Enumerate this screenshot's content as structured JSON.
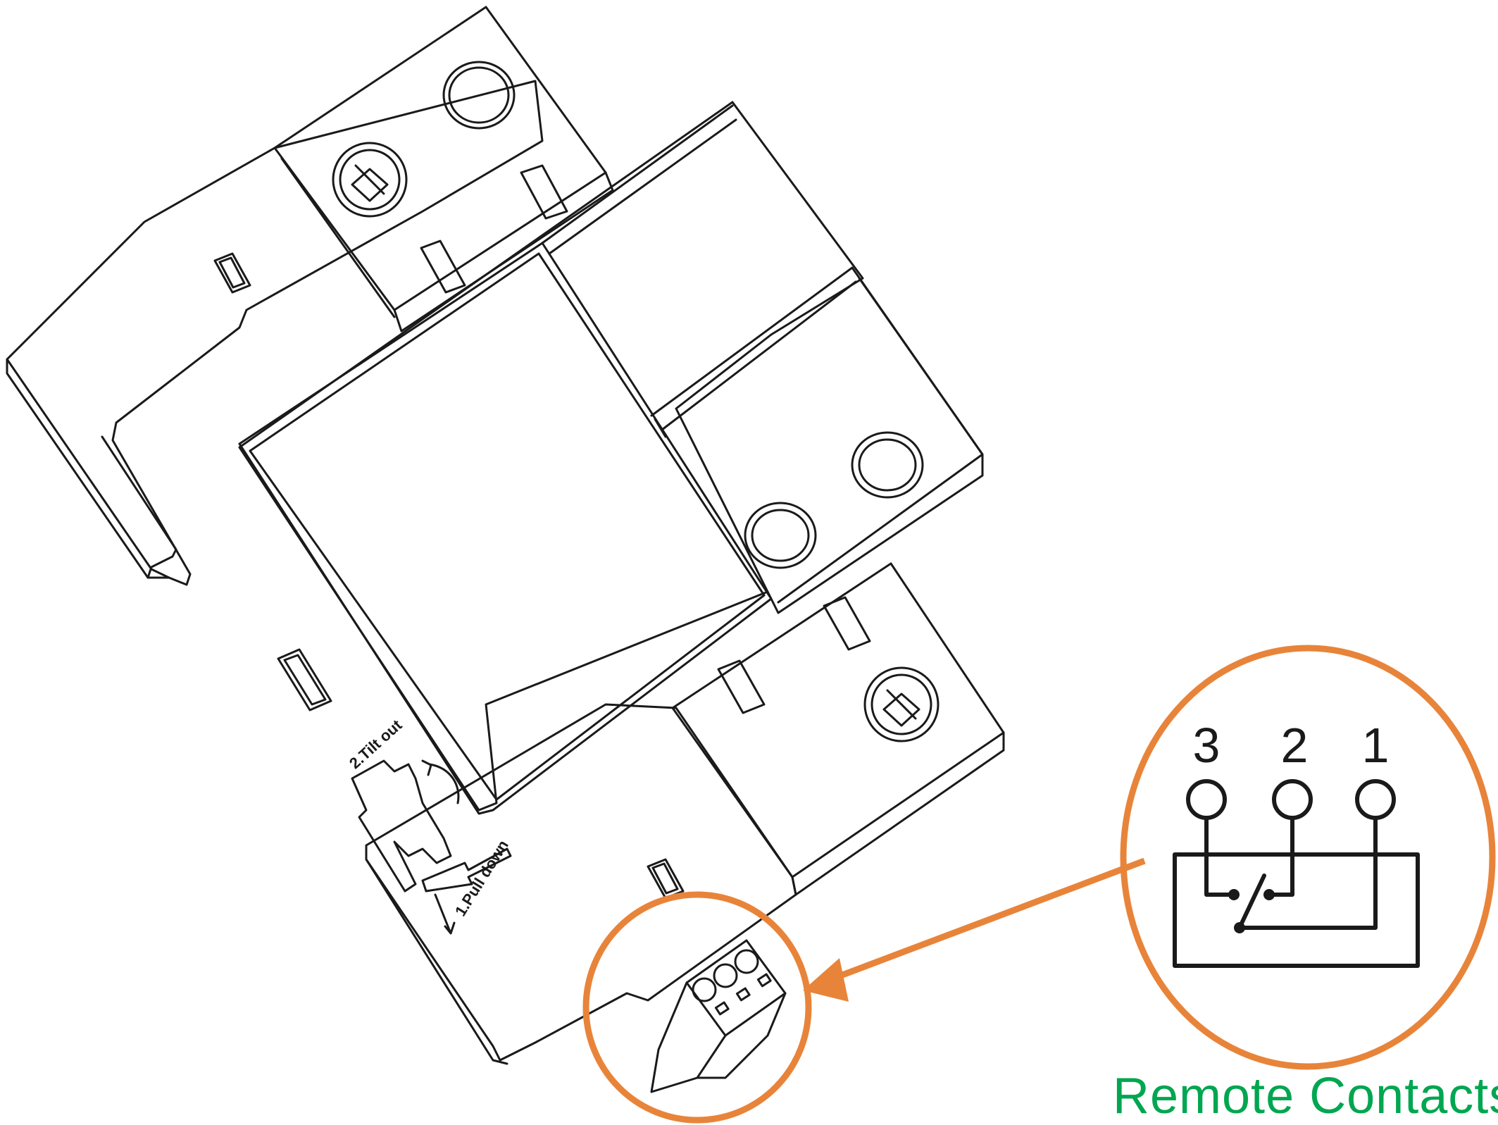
{
  "device": {
    "labels": {
      "tilt_out": "2.Tilt out",
      "pull_down": "1.Pull down"
    }
  },
  "callout": {
    "terminals": [
      "3",
      "2",
      "1"
    ],
    "caption": "Remote Contacts"
  },
  "colors": {
    "callout": "#e8843a",
    "caption": "#00a650",
    "linework": "#1a1a1a"
  }
}
